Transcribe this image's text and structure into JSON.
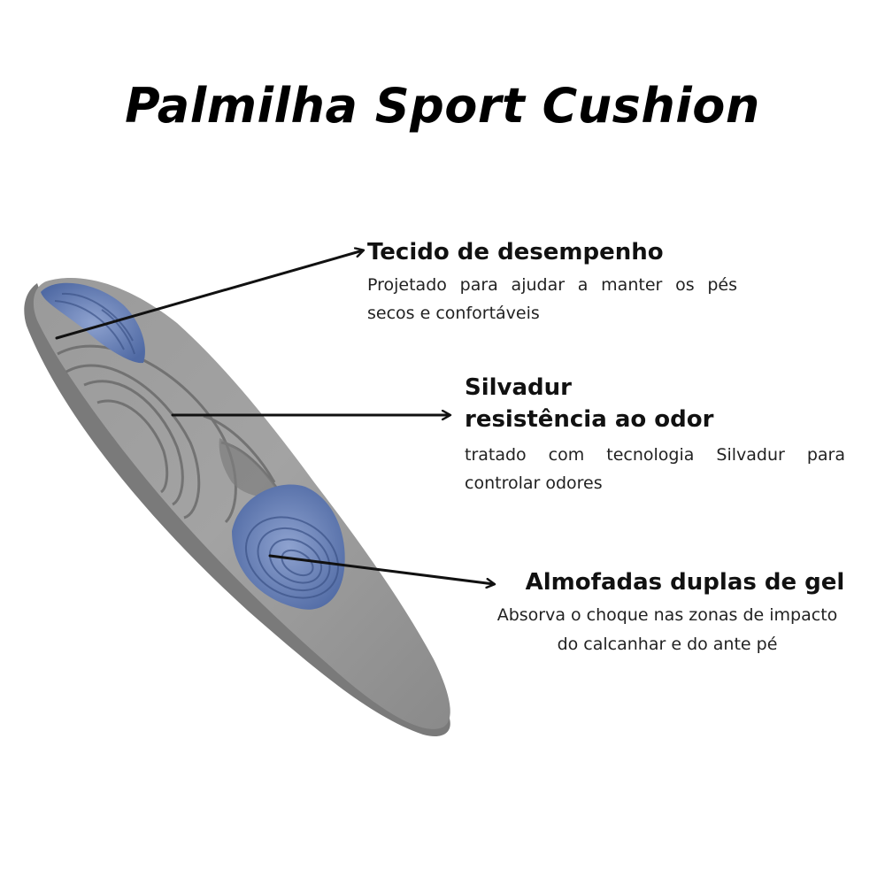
{
  "title": "Palmilha Sport Cushion",
  "features": [
    {
      "heading": "Tecido de desempenho",
      "description": "Projetado para ajudar a manter os pés secos e confortáveis"
    },
    {
      "heading_line1": "Silvadur",
      "heading_line2": "resistência ao odor",
      "description": "tratado com tecnologia Silvadur para controlar odores"
    },
    {
      "heading": "Almofadas duplas de gel",
      "description_line1": "Absorva o choque nas zonas de impacto",
      "description_line2": "do calcanhar e do ante pé"
    }
  ],
  "colors": {
    "insole_gray": "#8e8e8e",
    "gel_blue": "#6a83b8",
    "text": "#111111"
  }
}
